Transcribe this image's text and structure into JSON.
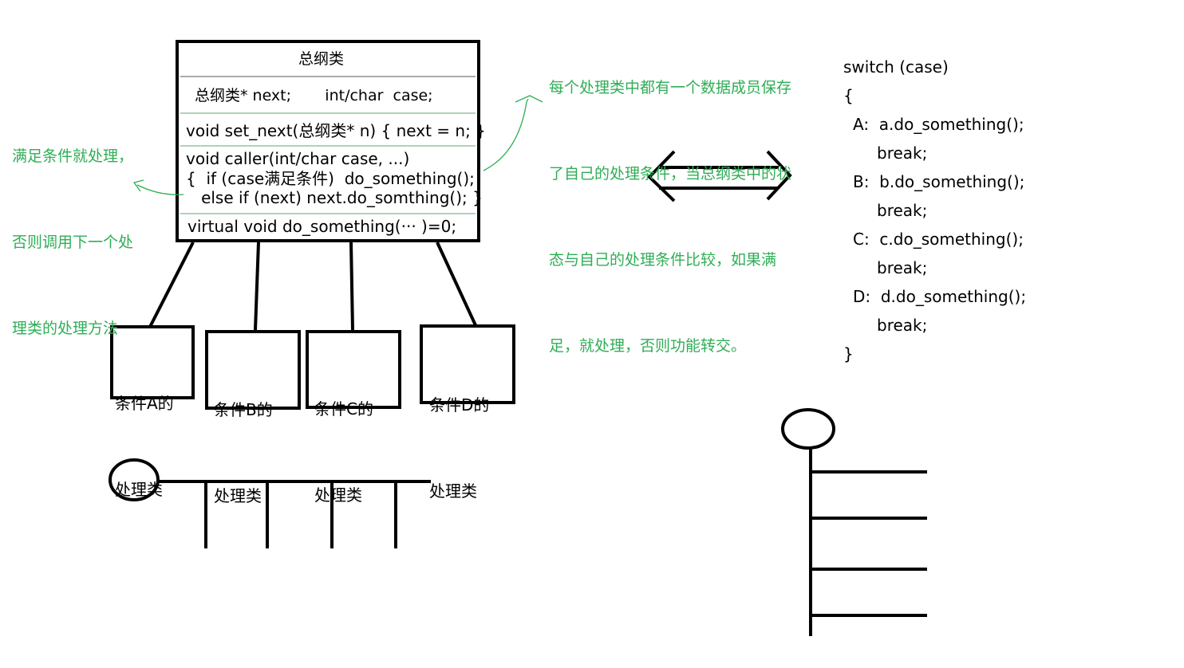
{
  "class_box": {
    "title": "总纲类",
    "members": "总纲类* next;       int/char  case;",
    "set_next": "void set_next(总纲类* n) { next = n; }",
    "caller_line1": "void caller(int/char case, ...)",
    "caller_line2": "{  if (case满足条件)  do_something();",
    "caller_line3": "   else if (next) next.do_somthing(); }",
    "virtual": "virtual void do_something(··· )=0;"
  },
  "handlers": [
    {
      "line1": "条件A的",
      "line2": "处理类"
    },
    {
      "line1": "条件B的",
      "line2": "处理类"
    },
    {
      "line1": "条件C的",
      "line2": "处理类"
    },
    {
      "line1": "条件D的",
      "line2": "处理类"
    }
  ],
  "note_left": {
    "line1": "满足条件就处理，",
    "line2": "否则调用下一个处",
    "line3": "理类的处理方法"
  },
  "note_top": {
    "line1": "每个处理类中都有一个数据成员保存",
    "line2": "了自己的处理条件，当总纲类中的状",
    "line3": "态与自己的处理条件比较，如果满",
    "line4": "足，就处理，否则功能转交。"
  },
  "switch_code": {
    "header": "switch (case)",
    "open": "{",
    "a_case": "A:  a.do_something();",
    "a_break": "break;",
    "b_case": "B:  b.do_something();",
    "b_break": "break;",
    "c_case": "C:  c.do_something();",
    "c_break": "break;",
    "d_case": "D:  d.do_something();",
    "d_break": "break;",
    "close": "}"
  },
  "colors": {
    "annotation": "#2fae56",
    "stroke": "#000000",
    "divider": "#5aa86f"
  }
}
